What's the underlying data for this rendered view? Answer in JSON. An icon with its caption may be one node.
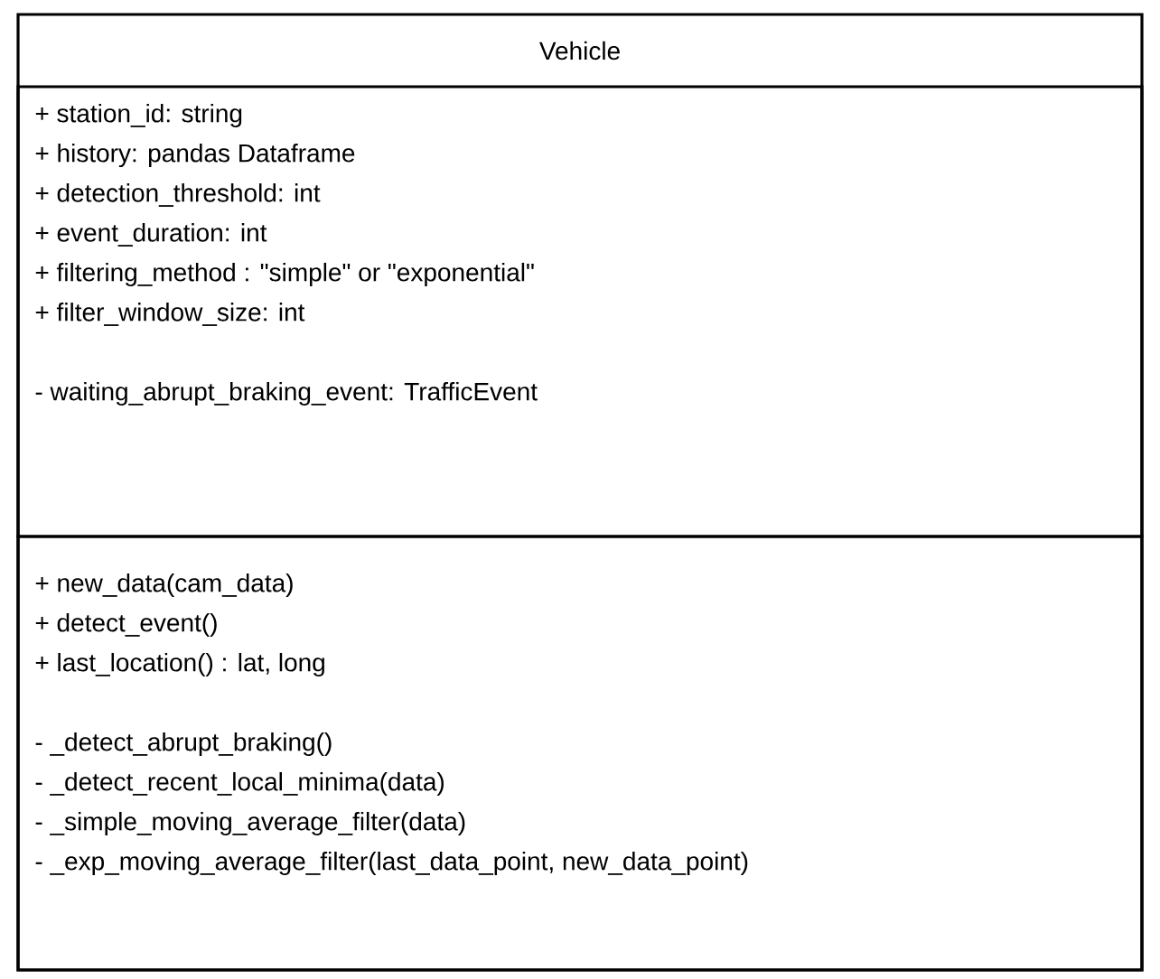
{
  "diagram": {
    "nodes": [
      {
        "text": [
          "Vehicle"
        ]
      },
      {
        "text": [
          "+ station_id: string",
          "+ history: pandas Dataframe",
          "+ detection_threshold: int",
          "+ event_duration: int",
          "+ filtering_method : \"simple\" or \"exponential\"",
          "+ filter_window_size: int",
          "- waiting_abrupt_braking_event: TrafficEvent"
        ],
        "in": 0
      },
      {
        "text": [
          "+ new_data(cam_data)",
          "+ detect_event()",
          "+ last_location() : lat, long",
          "- _detect_abrupt_braking()",
          "- _detect_recent_local_minima(data)",
          "- _simple_moving_average_filter(data)",
          "- _exp_moving_average_filter(last_data_point, new_data_point)"
        ],
        "in": 0
      }
    ]
  }
}
